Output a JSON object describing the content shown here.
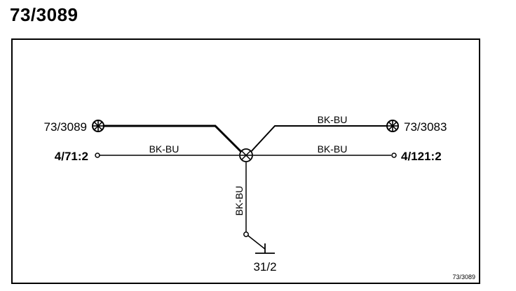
{
  "page": {
    "title": "73/3089"
  },
  "diagram": {
    "connectors": {
      "left_top": "73/3089",
      "right_top": "73/3083",
      "left_mid": "4/71:2",
      "right_mid": "4/121:2",
      "ground": "31/2"
    },
    "wires": {
      "top_right": "BK-BU",
      "left_mid": "BK-BU",
      "right_mid": "BK-BU",
      "vertical": "BK-BU"
    },
    "figure_code": "73/3089",
    "colors": {
      "line": "#000000",
      "background": "#ffffff"
    }
  }
}
